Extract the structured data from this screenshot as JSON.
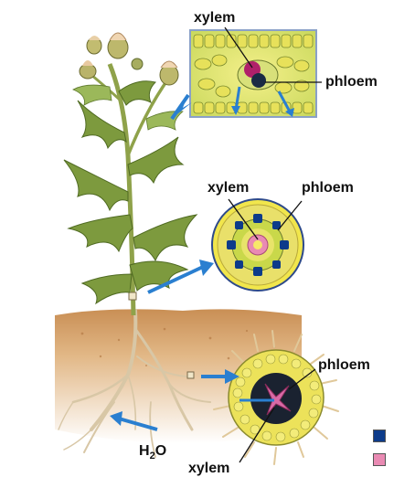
{
  "labels": {
    "leaf_xylem": "xylem",
    "leaf_phloem": "phloem",
    "stem_xylem": "xylem",
    "stem_phloem": "phloem",
    "root_phloem": "phloem",
    "root_xylem": "xylem",
    "water": "H",
    "water_subscript": "2",
    "water_tail": "O"
  },
  "legend": [
    {
      "color": "#0d3b8a"
    },
    {
      "color": "#e98ab3"
    }
  ],
  "colors": {
    "arrow": "#2a7fd0",
    "soil": "#d9a46a",
    "leaf": "#7a9a3c",
    "tissue": "#e5e04a",
    "xylem_pink": "#e98ab3",
    "phloem_dark": "#0d3b8a"
  },
  "icons": [
    "thistle-plant",
    "leaf-cross-section",
    "stem-cross-section",
    "root-cross-section",
    "arrow-icon"
  ]
}
